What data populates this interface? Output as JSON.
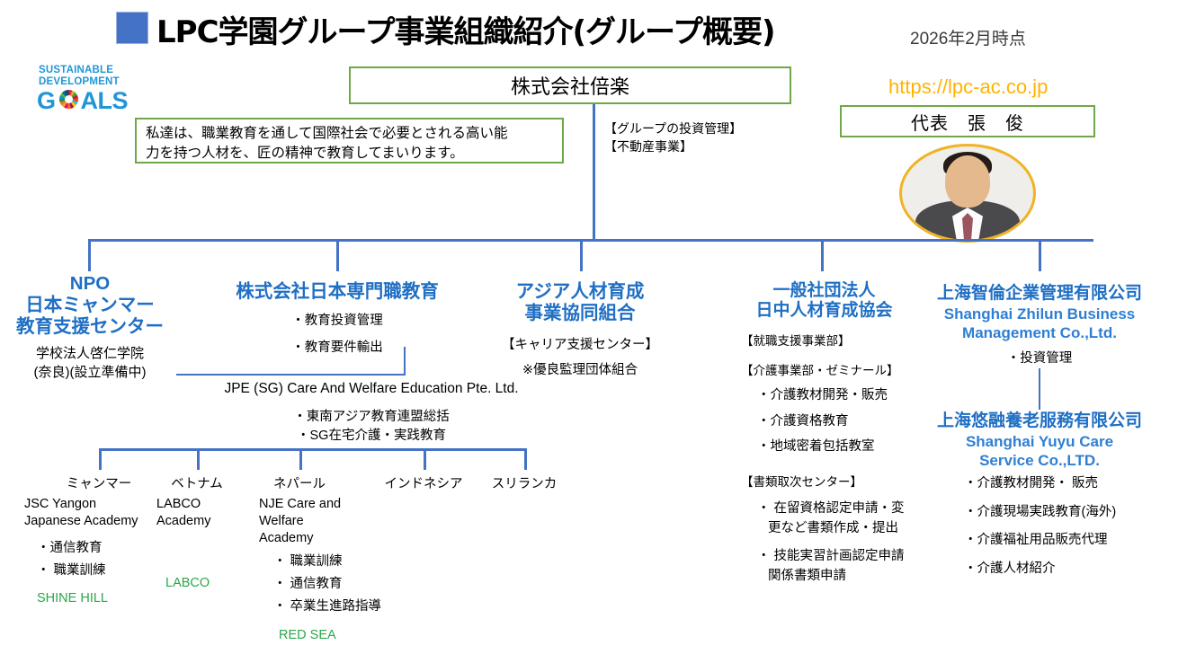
{
  "header": {
    "title": "LPC学園グループ事業組織紹介(グループ概要)",
    "date": "2026年2月時点",
    "sdg": {
      "line1": "SUSTAINABLE",
      "line2": "DEVELOPMENT",
      "line3a": "G",
      "line3b": "ALS"
    }
  },
  "top": {
    "company": "株式会社倍楽",
    "mission_line1": "私達は、職業教育を通して国際社会で必要とされる高い能",
    "mission_line2": "力を持つ人材を、匠の精神で教育してまいります。",
    "notes": [
      "【グループの投資管理】",
      "【不動産事業】"
    ],
    "url": "https://lpc-ac.co.jp",
    "representative": "代表　張　俊"
  },
  "columns": {
    "npo": {
      "head_l1": "NPO",
      "head_l2": "日本ミャンマー",
      "head_l3": "教育支援センター",
      "sub_l1": "学校法人啓仁学院",
      "sub_l2": "(奈良)(設立準備中)"
    },
    "jpe": {
      "head": "株式会社日本専門職教育",
      "items": [
        "・教育投資管理",
        "・教育要件輸出"
      ],
      "sg_name": "JPE (SG) Care And Welfare Education Pte. Ltd.",
      "sg_items": [
        "・東南アジア教育連盟総括",
        "・SG在宅介護・実践教育"
      ],
      "countries": [
        "ミャンマー",
        "ベトナム",
        "ネパール",
        "インドネシア",
        "スリランカ"
      ],
      "leaves": [
        {
          "name_lines": [
            "JSC Yangon",
            "Japanese Academy"
          ],
          "bullets": [
            "・通信教育",
            "・ 職業訓練"
          ],
          "brand": "SHINE HILL"
        },
        {
          "name_lines": [
            "LABCO",
            "Academy"
          ],
          "bullets": [],
          "brand": "LABCO"
        },
        {
          "name_lines": [
            "NJE Care and",
            "Welfare",
            "Academy"
          ],
          "bullets": [
            "・ 職業訓練",
            "・ 通信教育",
            "・ 卒業生進路指導"
          ],
          "brand": "RED SEA"
        }
      ]
    },
    "asia": {
      "head_l1": "アジア人材育成",
      "head_l2": "事業協同組合",
      "items": [
        "【キャリア支援センター】",
        "※優良監理団体組合"
      ]
    },
    "jc": {
      "head_l1": "一般社団法人",
      "head_l2": "日中人材育成協会",
      "section1": "【就職支援事業部】",
      "section2": "【介護事業部・ゼミナール】",
      "section2_items": [
        "・介護教材開発・販売",
        "・介護資格教育",
        "・地域密着包括教室"
      ],
      "section3": "【書類取次センター】",
      "section3_items": [
        "・ 在留資格認定申請・変",
        "更など書類作成・提出",
        "・ 技能実習計画認定申請",
        "関係書類申請"
      ]
    },
    "shanghai": {
      "zhilun_cn": "上海智倫企業管理有限公司",
      "zhilun_en_l1": "Shanghai Zhilun Business",
      "zhilun_en_l2": "Management Co.,Ltd.",
      "zhilun_item": "・投資管理",
      "yuyu_cn": "上海悠融養老服務有限公司",
      "yuyu_en_l1": "Shanghai Yuyu Care",
      "yuyu_en_l2": "Service Co.,LTD.",
      "yuyu_items": [
        "・介護教材開発・ 販売",
        "・介護現場実践教育(海外)",
        "・介護福祉用品販売代理",
        "・介護人材紹介"
      ]
    }
  },
  "colors": {
    "accent_blue": "#4472c4",
    "heading_blue": "#1f6fc4",
    "box_green": "#70a845",
    "brand_green": "#2aa84a",
    "url_orange": "#ffb300",
    "portrait_ring": "#f0b323"
  }
}
